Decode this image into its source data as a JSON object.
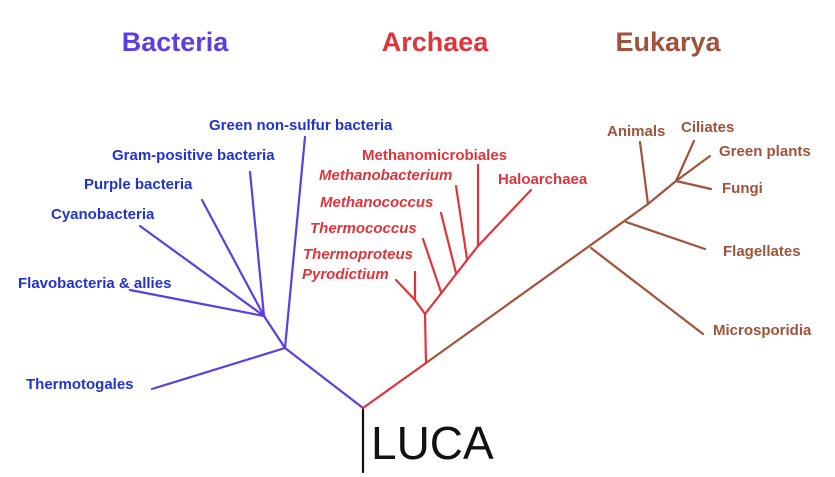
{
  "colors": {
    "bacteria": "#5b3fe0",
    "bacteria_text": "#2233cc",
    "archaea": "#e0343c",
    "eukarya": "#a0533a",
    "root": "#111111"
  },
  "titles": {
    "bacteria": "Bacteria",
    "archaea": "Archaea",
    "eukarya": "Eukarya"
  },
  "root_label": "LUCA",
  "bacteria_leaves": {
    "green_nonsulfur": "Green non-sulfur bacteria",
    "gram_positive": "Gram-positive bacteria",
    "purple": "Purple bacteria",
    "cyanobacteria": "Cyanobacteria",
    "flavobacteria": "Flavobacteria & allies",
    "thermotogales": "Thermotogales"
  },
  "archaea_leaves": {
    "methanomicrobiales": "Methanomicrobiales",
    "methanobacterium": "Methanobacterium",
    "methanococcus": "Methanococcus",
    "thermococcus": "Thermococcus",
    "thermoproteus": "Thermoproteus",
    "pyrodictium": "Pyrodictium",
    "haloarchaea": "Haloarchaea"
  },
  "eukarya_leaves": {
    "animals": "Animals",
    "ciliates": "Ciliates",
    "green_plants": "Green plants",
    "fungi": "Fungi",
    "flagellates": "Flagellates",
    "microsporidia": "Microsporidia"
  }
}
